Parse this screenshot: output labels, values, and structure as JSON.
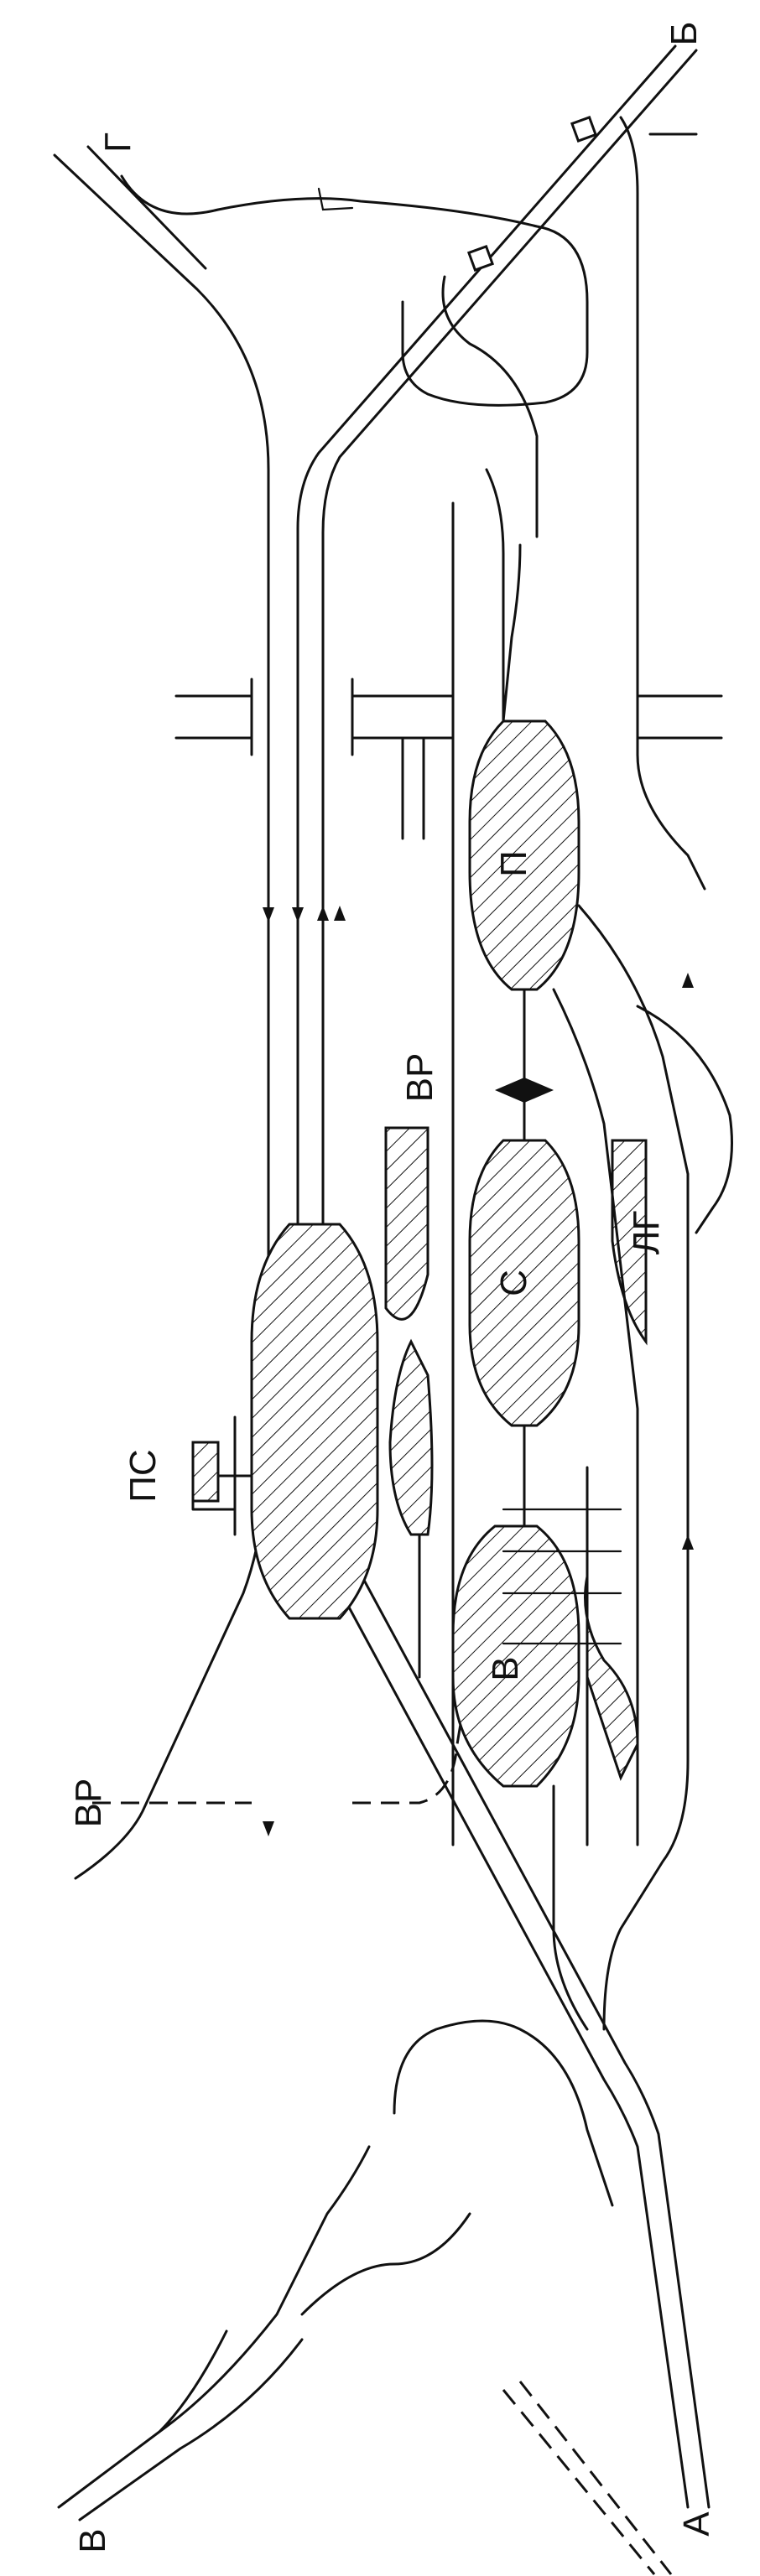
{
  "figure": {
    "ends": {
      "a": "А",
      "b": "Б",
      "v": "В",
      "g": "Г"
    },
    "parks": {
      "p": "П",
      "s": "С",
      "v": "В"
    },
    "station_building": "ПС",
    "hump": "ЛГ",
    "repair_upper": "ВР",
    "repair_lower": "ВР"
  }
}
